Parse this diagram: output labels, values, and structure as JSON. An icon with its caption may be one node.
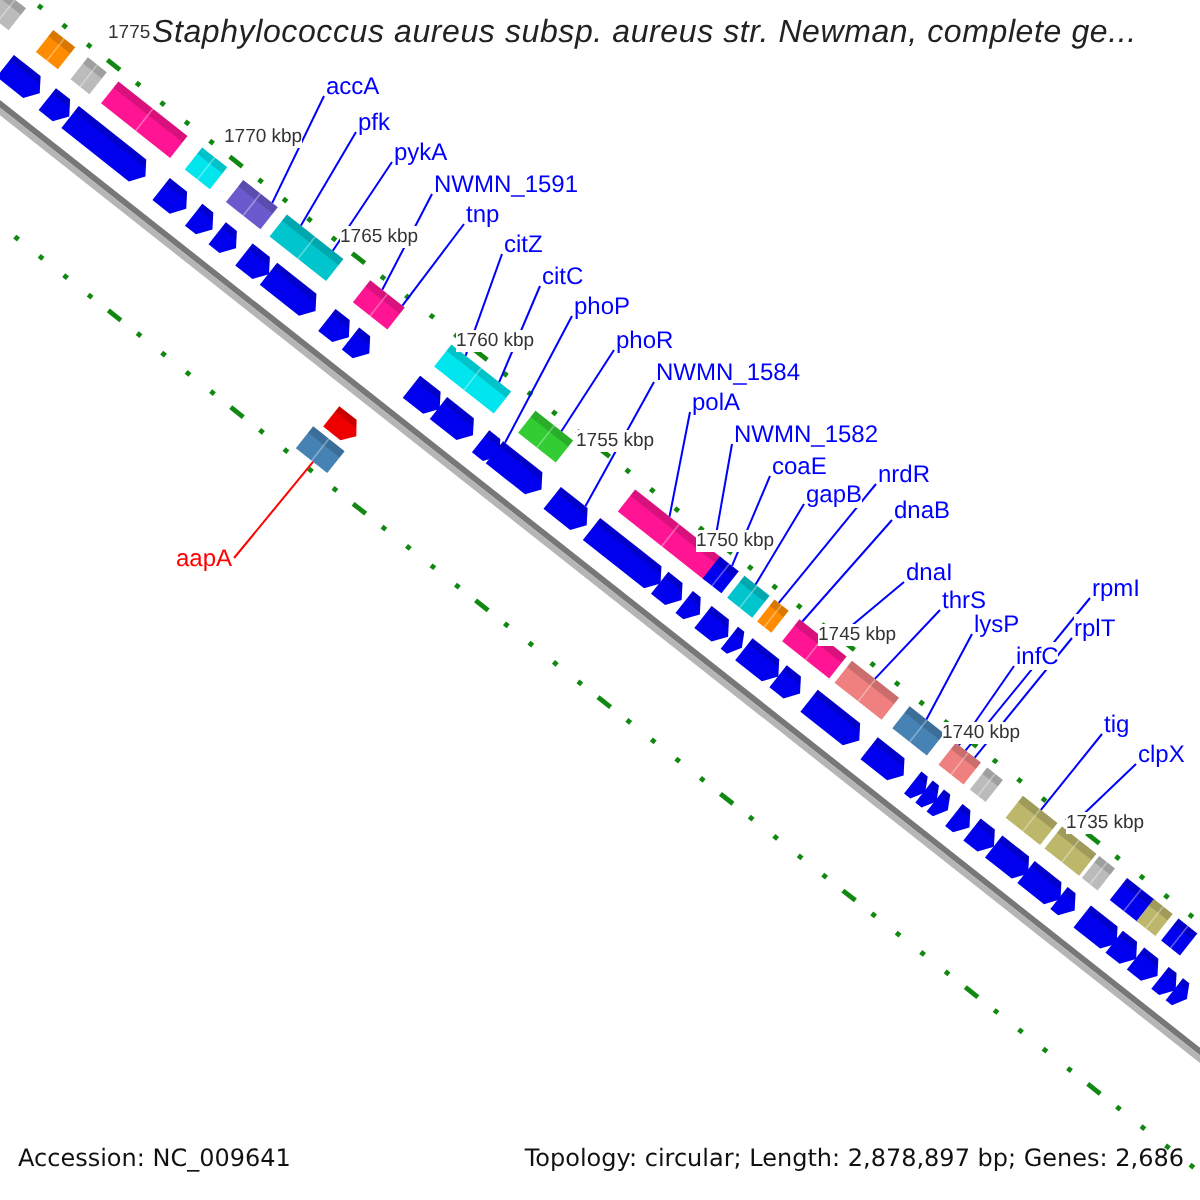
{
  "diagram": {
    "title": "Staphylococcus aureus subsp. aureus str. Newman, complete ge...",
    "nodes": [
      {
        "text": [
          "accA"
        ]
      },
      {
        "text": [
          "pfk"
        ]
      },
      {
        "text": [
          "pykA"
        ]
      },
      {
        "text": [
          "NWMN_1591"
        ]
      },
      {
        "text": [
          "tnp"
        ]
      },
      {
        "text": [
          "citZ"
        ]
      },
      {
        "text": [
          "citC"
        ]
      },
      {
        "text": [
          "phoP"
        ]
      },
      {
        "text": [
          "phoR"
        ]
      },
      {
        "text": [
          "NWMN_1584"
        ]
      },
      {
        "text": [
          "polA"
        ]
      },
      {
        "text": [
          "NWMN_1582"
        ]
      },
      {
        "text": [
          "coaE"
        ]
      },
      {
        "text": [
          "gapB"
        ]
      },
      {
        "text": [
          "nrdR"
        ]
      },
      {
        "text": [
          "dnaB"
        ]
      },
      {
        "text": [
          "dnaI"
        ]
      },
      {
        "text": [
          "thrS"
        ]
      },
      {
        "text": [
          "rpmI"
        ]
      },
      {
        "text": [
          "lysP"
        ]
      },
      {
        "text": [
          "rplT"
        ]
      },
      {
        "text": [
          "infC"
        ]
      },
      {
        "text": [
          "tig"
        ]
      },
      {
        "text": [
          "clpX"
        ]
      },
      {
        "text": [
          "aapA"
        ]
      },
      {
        "text": [],
        "shape": "bar"
      },
      {
        "text": [],
        "shape": "bar"
      },
      {
        "text": [],
        "shape": "bar"
      },
      {
        "text": [],
        "shape": "bar"
      },
      {
        "text": [],
        "shape": "bar"
      },
      {
        "text": [],
        "shape": "bar"
      },
      {
        "text": [],
        "shape": "bar"
      },
      {
        "text": [],
        "shape": "bar"
      },
      {
        "text": [],
        "shape": "bar"
      },
      {
        "text": [],
        "shape": "bar"
      },
      {
        "text": [],
        "shape": "bar"
      },
      {
        "text": [],
        "shape": "bar"
      },
      {
        "text": [],
        "shape": "bar"
      },
      {
        "text": [],
        "shape": "bar"
      },
      {
        "text": [],
        "shape": "bar"
      },
      {
        "text": [],
        "shape": "bar"
      },
      {
        "text": [],
        "shape": "bar"
      },
      {
        "text": [],
        "shape": "bar"
      },
      {
        "text": [],
        "shape": "bar"
      },
      {
        "text": [],
        "shape": "bar"
      },
      {
        "text": [],
        "shape": "bar"
      },
      {
        "text": [],
        "shape": "bar"
      },
      {
        "text": [],
        "shape": "bar"
      },
      {
        "text": [],
        "shape": "bar"
      },
      {
        "text": [],
        "shape": "bar"
      },
      {
        "text": [],
        "shape": "pentagon"
      },
      {
        "text": [],
        "shape": "pentagon"
      },
      {
        "text": [],
        "shape": "pentagon"
      },
      {
        "text": [],
        "shape": "pentagon"
      },
      {
        "text": [],
        "shape": "pentagon"
      },
      {
        "text": [],
        "shape": "pentagon"
      },
      {
        "text": [],
        "shape": "pentagon"
      },
      {
        "text": [],
        "shape": "pentagon"
      },
      {
        "text": [],
        "shape": "pentagon"
      },
      {
        "text": [],
        "shape": "pentagon"
      },
      {
        "text": [],
        "shape": "pentagon"
      },
      {
        "text": [],
        "shape": "pentagon"
      },
      {
        "text": [],
        "shape": "pentagon"
      },
      {
        "text": [],
        "shape": "pentagon"
      },
      {
        "text": [],
        "shape": "pentagon"
      },
      {
        "text": [],
        "shape": "pentagon"
      },
      {
        "text": [],
        "shape": "pentagon"
      },
      {
        "text": [],
        "shape": "pentagon"
      },
      {
        "text": [],
        "shape": "pentagon"
      },
      {
        "text": [],
        "shape": "pentagon"
      },
      {
        "text": [],
        "shape": "pentagon"
      },
      {
        "text": [],
        "shape": "pentagon"
      },
      {
        "text": [],
        "shape": "pentagon"
      },
      {
        "text": [],
        "shape": "pentagon"
      },
      {
        "text": [],
        "shape": "pentagon"
      },
      {
        "text": [],
        "shape": "pentagon"
      },
      {
        "text": [],
        "shape": "pentagon"
      },
      {
        "text": [],
        "shape": "pentagon"
      },
      {
        "text": [],
        "shape": "pentagon"
      },
      {
        "text": [],
        "shape": "pentagon"
      },
      {
        "text": [],
        "shape": "pentagon"
      },
      {
        "text": [],
        "shape": "pentagon"
      },
      {
        "text": [],
        "shape": "pentagon"
      },
      {
        "text": [],
        "shape": "pentagon"
      },
      {
        "text": [],
        "shape": "pentagon"
      },
      {
        "text": [],
        "shape": "pentagon"
      },
      {
        "text": [],
        "shape": "pentagon"
      },
      {
        "text": [],
        "shape": "pentagon"
      },
      {
        "text": [],
        "shape": "bar"
      }
    ],
    "edges": [
      {
        "from": 0,
        "to": 30,
        "arrow": "none"
      },
      {
        "from": 1,
        "to": 31,
        "arrow": "none"
      },
      {
        "from": 2,
        "to": 31,
        "arrow": "none"
      },
      {
        "from": 3,
        "to": 32,
        "arrow": "none"
      },
      {
        "from": 4,
        "to": 32,
        "arrow": "none"
      },
      {
        "from": 5,
        "to": 33,
        "arrow": "none"
      },
      {
        "from": 6,
        "to": 33,
        "arrow": "none"
      },
      {
        "from": 7,
        "to": 62,
        "arrow": "none"
      },
      {
        "from": 8,
        "to": 34,
        "arrow": "none"
      },
      {
        "from": 9,
        "to": 64,
        "arrow": "none"
      },
      {
        "from": 10,
        "to": 35,
        "arrow": "none"
      },
      {
        "from": 11,
        "to": 35,
        "arrow": "none"
      },
      {
        "from": 12,
        "to": 36,
        "arrow": "none"
      },
      {
        "from": 13,
        "to": 37,
        "arrow": "none"
      },
      {
        "from": 14,
        "to": 38,
        "arrow": "none"
      },
      {
        "from": 15,
        "to": 39,
        "arrow": "none"
      },
      {
        "from": 16,
        "to": 39,
        "arrow": "none"
      },
      {
        "from": 17,
        "to": 40,
        "arrow": "none"
      },
      {
        "from": 18,
        "to": 42,
        "arrow": "none"
      },
      {
        "from": 19,
        "to": 41,
        "arrow": "none"
      },
      {
        "from": 20,
        "to": 42,
        "arrow": "none"
      },
      {
        "from": 21,
        "to": 42,
        "arrow": "none"
      },
      {
        "from": 22,
        "to": 44,
        "arrow": "none"
      },
      {
        "from": 23,
        "to": 45,
        "arrow": "none"
      },
      {
        "from": 24,
        "to": 88,
        "arrow": "none",
        "color": "#ff0000"
      }
    ],
    "labels": [
      "1775",
      "1770 kbp",
      "1765 kbp",
      "1760 kbp",
      "1755 kbp",
      "1750 kbp",
      "1745 kbp",
      "1740 kbp",
      "1735 kbp",
      "Accession: NC_009641",
      "Topology: circular; Length: 2,878,897 bp; Genes: 2,686"
    ]
  }
}
